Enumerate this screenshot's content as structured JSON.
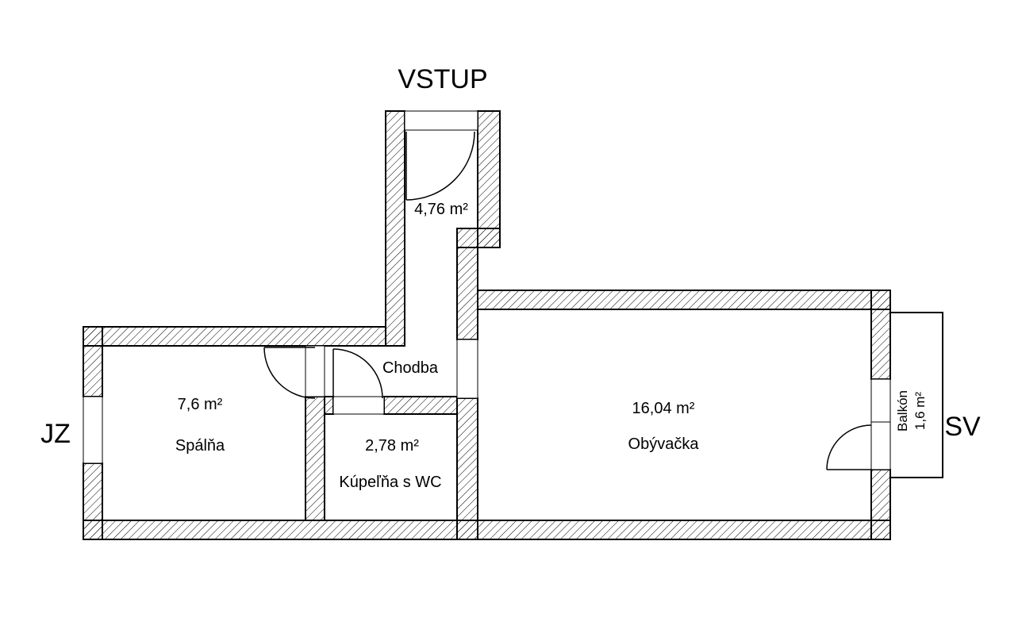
{
  "title": "VSTUP",
  "compass": {
    "left": "JZ",
    "right": "SV"
  },
  "rooms": {
    "entry": {
      "area": "4,76 m²"
    },
    "hallway": {
      "name": "Chodba"
    },
    "bedroom": {
      "name": "Spálňa",
      "area": "7,6 m²"
    },
    "bathroom": {
      "name": "Kúpeľňa s WC",
      "area": "2,78 m²"
    },
    "living": {
      "name": "Obývačka",
      "area": "16,04 m²"
    },
    "balcony": {
      "name": "Balkón",
      "area": "1,6 m²"
    }
  },
  "colors": {
    "line": "#000000",
    "background": "#ffffff"
  }
}
